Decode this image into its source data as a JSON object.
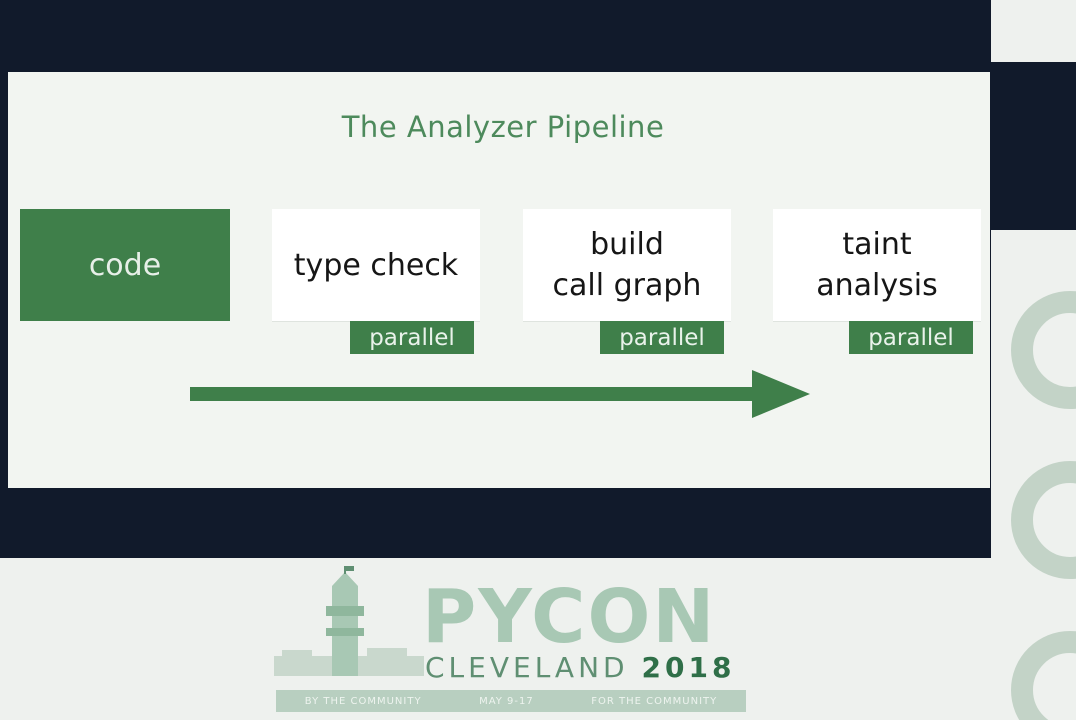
{
  "slide": {
    "title": "The Analyzer Pipeline",
    "stages": [
      {
        "label": "code"
      },
      {
        "label": "type check",
        "badge": "parallel"
      },
      {
        "label": "build\ncall graph",
        "badge": "parallel"
      },
      {
        "label": "taint\nanalysis",
        "badge": "parallel"
      }
    ]
  },
  "branding": {
    "wordmark": "PYCON",
    "city": "CLEVELAND",
    "year": "2018",
    "ribbon": [
      "BY THE COMMUNITY",
      "MAY 9-17",
      "FOR THE COMMUNITY"
    ]
  },
  "colors": {
    "accent": "#3f7f4a",
    "background_dark": "#111a2b",
    "title": "#4d8a5c"
  }
}
